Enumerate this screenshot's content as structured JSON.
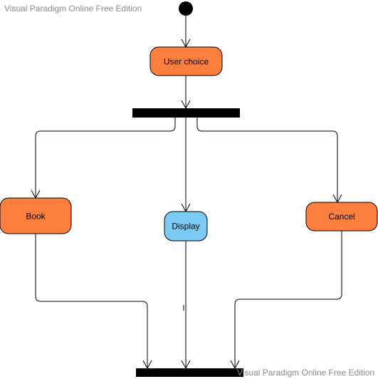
{
  "watermarks": {
    "top": "Visual Paradigm Online Free Edition",
    "bottom": "Visual Paradigm Online Free Edition"
  },
  "colors": {
    "action_orange": "#ff7f3f",
    "action_blue": "#7ccbf5",
    "bar": "#000000",
    "edge": "#000000"
  },
  "nodes": {
    "user_choice": "User choice",
    "book": "Book",
    "display": "Display",
    "cancel": "Cancel"
  }
}
